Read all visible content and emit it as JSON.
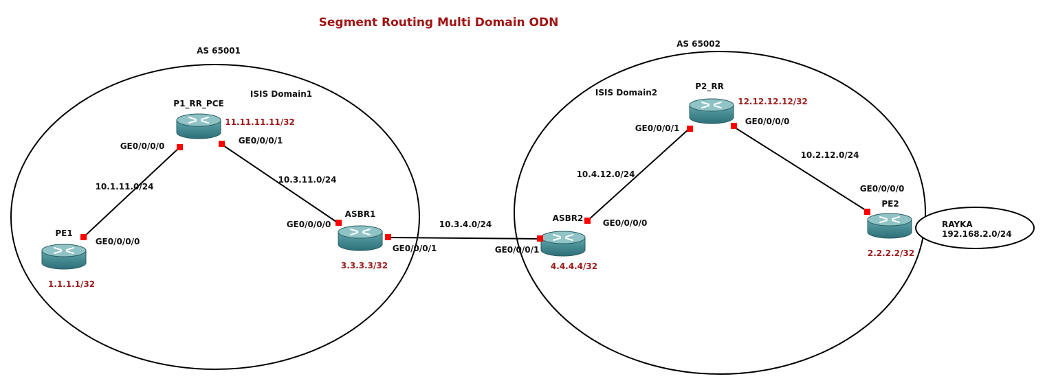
{
  "title": "Segment Routing Multi Domain ODN",
  "domains": {
    "as1": {
      "as_label": "AS 65001",
      "isis_label": "ISIS Domain1"
    },
    "as2": {
      "as_label": "AS 65002",
      "isis_label": "ISIS Domain2"
    }
  },
  "routers": {
    "pe1": {
      "name": "PE1",
      "loopback": "1.1.1.1/32"
    },
    "p1": {
      "name": "P1_RR_PCE",
      "loopback": "11.11.11.11/32"
    },
    "asbr1": {
      "name": "ASBR1",
      "loopback": "3.3.3.3/32"
    },
    "asbr2": {
      "name": "ASBR2",
      "loopback": "4.4.4.4/32"
    },
    "p2": {
      "name": "P2_RR",
      "loopback": "12.12.12.12/32"
    },
    "pe2": {
      "name": "PE2",
      "loopback": "2.2.2.2/32"
    }
  },
  "links": {
    "pe1_p1": {
      "subnet": "10.1.11.0/24",
      "a_if": "GE0/0/0/0",
      "b_if": "GE0/0/0/0"
    },
    "p1_asbr1": {
      "subnet": "10.3.11.0/24",
      "a_if": "GE0/0/0/1",
      "b_if": "GE0/0/0/0"
    },
    "asbr1_asbr2": {
      "subnet": "10.3.4.0/24",
      "a_if": "GE0/0/0/1",
      "b_if": "GE0/0/0/1"
    },
    "asbr2_p2": {
      "subnet": "10.4.12.0/24",
      "a_if": "GE0/0/0/0",
      "b_if": "GE0/0/0/1"
    },
    "p2_pe2": {
      "subnet": "10.2.12.0/24",
      "a_if": "GE0/0/0/0",
      "b_if": "GE0/0/0/0"
    }
  },
  "customer": {
    "name": "RAYKA",
    "prefix": "192.168.2.0/24"
  },
  "colors": {
    "router_body": "#3f8a92",
    "router_top": "#8fc3c6",
    "port": "#ff0000",
    "address": "#9b1b1b",
    "title": "#a01414"
  }
}
